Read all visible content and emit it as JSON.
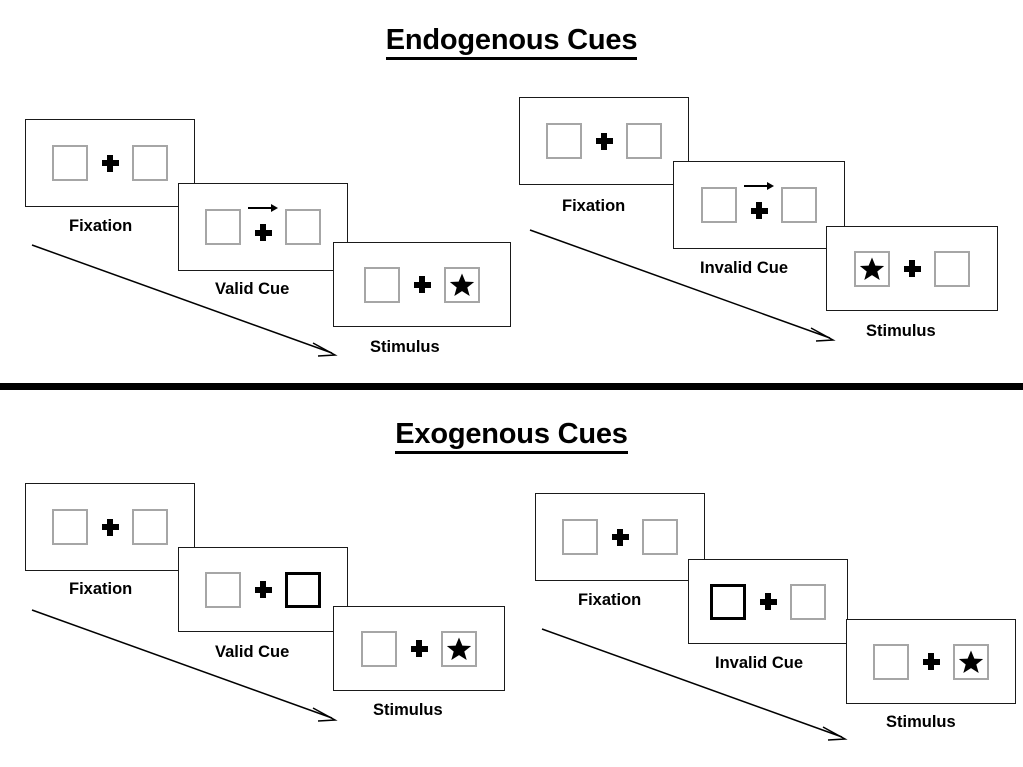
{
  "sections": [
    {
      "id": "endogenous",
      "title": "Endogenous Cues",
      "columns": [
        {
          "id": "endo-valid",
          "frames": [
            {
              "label": "Fixation",
              "left_box": "empty",
              "right_box": "empty",
              "cue": "none"
            },
            {
              "label": "Valid Cue",
              "left_box": "empty",
              "right_box": "empty",
              "cue": "arrow-right"
            },
            {
              "label": "Stimulus",
              "left_box": "empty",
              "right_box": "star",
              "cue": "none"
            }
          ]
        },
        {
          "id": "endo-invalid",
          "frames": [
            {
              "label": "Fixation",
              "left_box": "empty",
              "right_box": "empty",
              "cue": "none"
            },
            {
              "label": "Invalid Cue",
              "left_box": "empty",
              "right_box": "empty",
              "cue": "arrow-right"
            },
            {
              "label": "Stimulus",
              "left_box": "star",
              "right_box": "empty",
              "cue": "none"
            }
          ]
        }
      ]
    },
    {
      "id": "exogenous",
      "title": "Exogenous Cues",
      "columns": [
        {
          "id": "exo-valid",
          "frames": [
            {
              "label": "Fixation",
              "left_box": "empty",
              "right_box": "empty",
              "cue": "none"
            },
            {
              "label": "Valid Cue",
              "left_box": "empty",
              "right_box": "highlight",
              "cue": "none"
            },
            {
              "label": "Stimulus",
              "left_box": "empty",
              "right_box": "star",
              "cue": "none"
            }
          ]
        },
        {
          "id": "exo-invalid",
          "frames": [
            {
              "label": "Fixation",
              "left_box": "empty",
              "right_box": "empty",
              "cue": "none"
            },
            {
              "label": "Invalid Cue",
              "left_box": "highlight",
              "right_box": "empty",
              "cue": "none"
            },
            {
              "label": "Stimulus",
              "left_box": "empty",
              "right_box": "star",
              "cue": "none"
            }
          ]
        }
      ]
    }
  ],
  "icons": {
    "fixation_cross": "plus-icon",
    "target": "star-icon",
    "endogenous_cue": "arrow-right-icon",
    "time_flow": "diagonal-arrow-icon"
  },
  "colors": {
    "background": "#ffffff",
    "ink": "#000000",
    "frame_border": "#1a1a1a",
    "box_border": "#a6a6a6",
    "cued_box_border": "#000000",
    "divider": "#000000"
  },
  "labels": {
    "endogenous_title": "Endogenous Cues",
    "exogenous_title": "Exogenous Cues",
    "fixation": "Fixation",
    "valid_cue": "Valid Cue",
    "invalid_cue": "Invalid Cue",
    "stimulus": "Stimulus"
  }
}
